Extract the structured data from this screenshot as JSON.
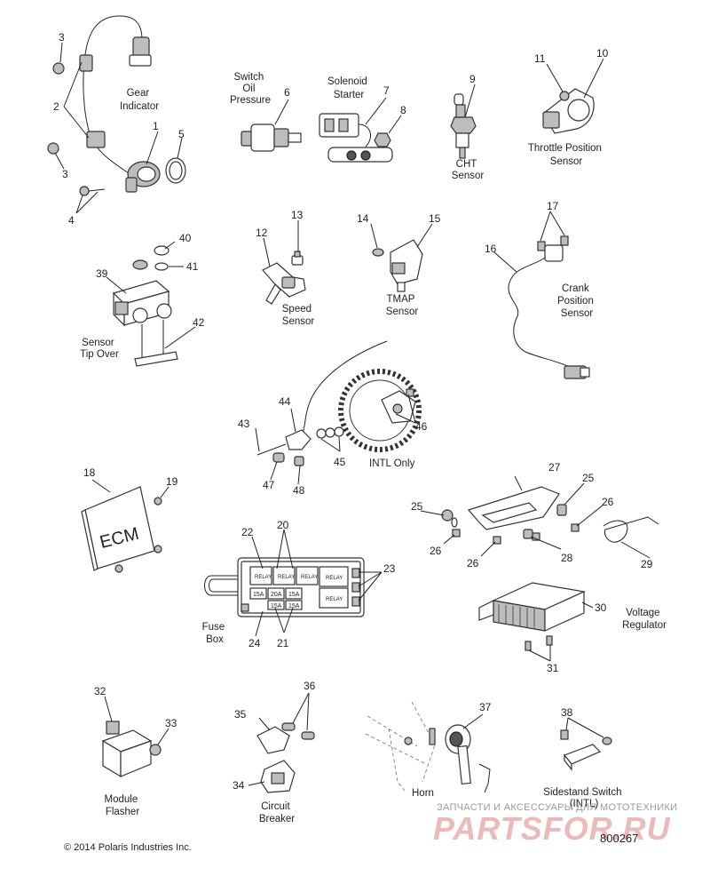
{
  "labels": {
    "gear_indicator": [
      "Gear",
      "Indicator"
    ],
    "switch_oil_pressure": [
      "Switch",
      "Oil",
      "Pressure"
    ],
    "solenoid_starter": [
      "Solenoid",
      "Starter"
    ],
    "cht_sensor": [
      "CHT",
      "Sensor"
    ],
    "throttle_position_sensor": [
      "Throttle Position",
      "Sensor"
    ],
    "sensor_tip_over": [
      "Sensor",
      "Tip Over"
    ],
    "speed_sensor": [
      "Speed",
      "Sensor"
    ],
    "tmap_sensor": [
      "TMAP",
      "Sensor"
    ],
    "crank_position_sensor": [
      "Crank",
      "Position",
      "Sensor"
    ],
    "intl_only": "INTL Only",
    "ecm": "ECM",
    "fuse_box": [
      "Fuse",
      "Box"
    ],
    "voltage_regulator": [
      "Voltage",
      "Regulator"
    ],
    "module_flasher": [
      "Module",
      "Flasher"
    ],
    "circuit_breaker": [
      "Circuit",
      "Breaker"
    ],
    "horn": "Horn",
    "sidestand_switch": [
      "Sidestand Switch",
      "(INTL)"
    ]
  },
  "fuse_box_text": {
    "fuses": [
      "15A",
      "20A",
      "15A",
      "15A",
      "15A"
    ],
    "relays": [
      "RELAY",
      "RELAY",
      "RELAY",
      "RELAY",
      "RELAY"
    ]
  },
  "callouts": {
    "n1": "1",
    "n2": "2",
    "n3a": "3",
    "n3b": "3",
    "n4": "4",
    "n5": "5",
    "n6": "6",
    "n7": "7",
    "n8": "8",
    "n9": "9",
    "n10": "10",
    "n11": "11",
    "n12": "12",
    "n13": "13",
    "n14": "14",
    "n15": "15",
    "n16": "16",
    "n17": "17",
    "n18": "18",
    "n19": "19",
    "n20": "20",
    "n21": "21",
    "n22": "22",
    "n23": "23",
    "n24": "24",
    "n25a": "25",
    "n25b": "25",
    "n26a": "26",
    "n26b": "26",
    "n26c": "26",
    "n27": "27",
    "n28": "28",
    "n29": "29",
    "n30": "30",
    "n31": "31",
    "n32": "32",
    "n33": "33",
    "n34": "34",
    "n35": "35",
    "n36": "36",
    "n37": "37",
    "n38": "38",
    "n39": "39",
    "n40": "40",
    "n41": "41",
    "n42": "42",
    "n43": "43",
    "n44": "44",
    "n45": "45",
    "n46": "46",
    "n47": "47",
    "n48": "48"
  },
  "footer": {
    "copyright": "© 2014 Polaris Industries Inc.",
    "figure_number": "800267"
  },
  "watermark": {
    "tagline": "ЗАПЧАСТИ И АКСЕССУАРЫ ДЛЯ МОТОТЕХНИКИ",
    "brand": "PARTSFOR.RU"
  }
}
